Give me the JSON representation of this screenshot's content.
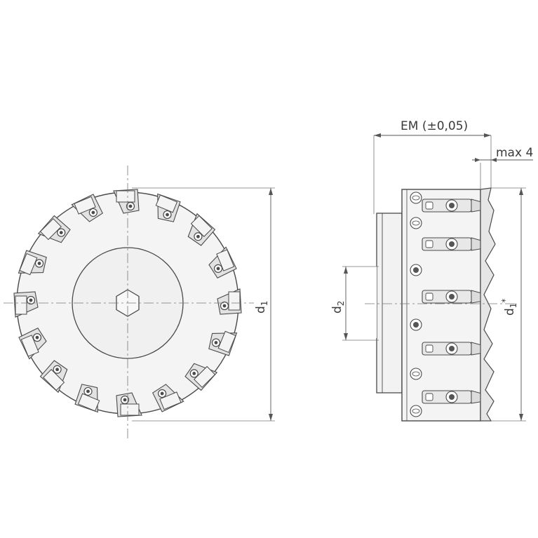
{
  "labels": {
    "em": "EM (±0,05)",
    "max": "max 4",
    "d1_base": "d",
    "d1_sub": "1",
    "d2_base": "d",
    "d2_sub": "2",
    "d1s_base": "d",
    "d1s_sub": "1",
    "d1s_star": "*"
  },
  "colors": {
    "line": "#4a4a4a",
    "thin": "#777777",
    "fill": "#ededed",
    "body": "#f2f2f2",
    "insert": "#d8d8d8",
    "dark": "#555555"
  }
}
